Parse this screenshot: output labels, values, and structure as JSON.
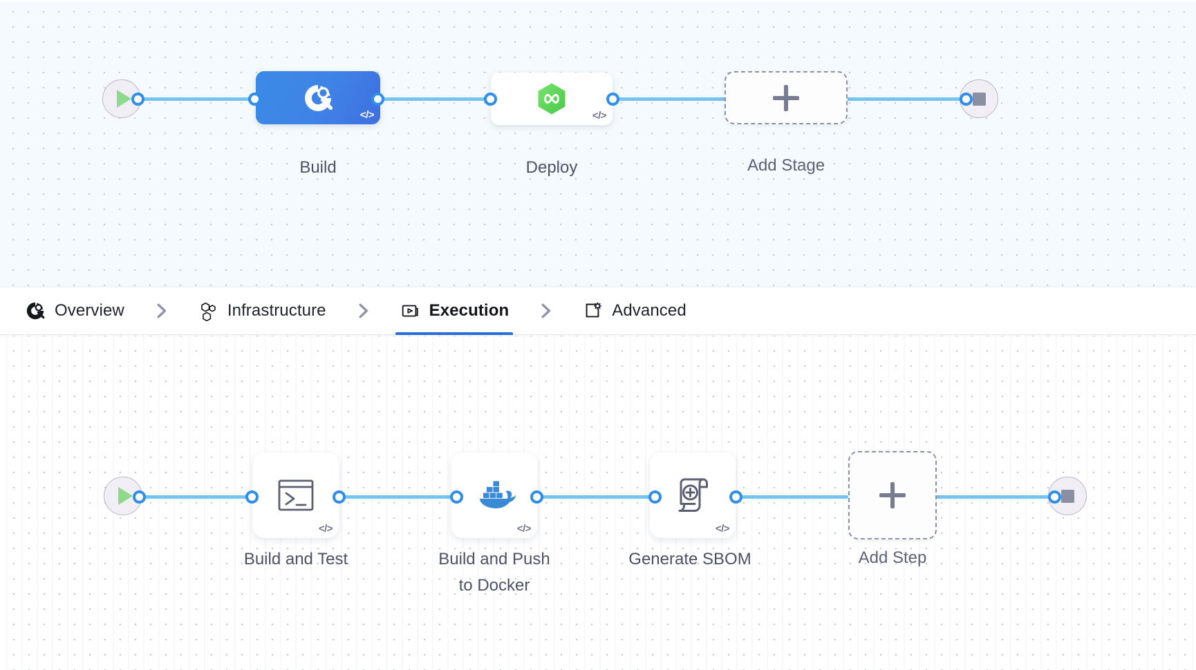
{
  "tabs": {
    "items": [
      {
        "label": "Overview",
        "icon": "pie-target-icon",
        "active": false
      },
      {
        "label": "Infrastructure",
        "icon": "hexagons-icon",
        "active": false
      },
      {
        "label": "Execution",
        "icon": "play-box-icon",
        "active": true
      },
      {
        "label": "Advanced",
        "icon": "square-gear-icon",
        "active": false
      }
    ],
    "separator_icon": "chevron-right-icon"
  },
  "stage_canvas": {
    "start_icon": "play-icon",
    "end_icon": "stop-icon",
    "nodes": [
      {
        "label": "Build",
        "icon": "pie-target-icon",
        "selected": true,
        "badge": "</>"
      },
      {
        "label": "Deploy",
        "icon": "hexagon-infinity-icon",
        "selected": false,
        "badge": "</>"
      }
    ],
    "add_node": {
      "label": "Add Stage",
      "icon": "plus-icon"
    }
  },
  "step_canvas": {
    "start_icon": "play-icon",
    "end_icon": "stop-icon",
    "nodes": [
      {
        "label": "Build and Test",
        "icon": "terminal-icon",
        "badge": "</>"
      },
      {
        "label": "Build and Push\nto Docker",
        "icon": "docker-whale-icon",
        "badge": "</>"
      },
      {
        "label": "Generate SBOM",
        "icon": "scroll-plus-icon",
        "badge": "</>"
      }
    ],
    "add_node": {
      "label": "Add Step",
      "icon": "plus-icon"
    }
  },
  "colors": {
    "accent_blue": "#2b6fd6",
    "link_blue": "#74c3f0",
    "port_blue": "#2f8eea",
    "stage_selected": "#3f83e6",
    "deploy_green": "#5fd05f",
    "docker_blue": "#3b8ad8",
    "play_green": "#8ddb8a",
    "label_gray": "#4b5266",
    "canvas_top_bg": "#f4fafd",
    "canvas_bottom_bg": "#ffffff"
  }
}
